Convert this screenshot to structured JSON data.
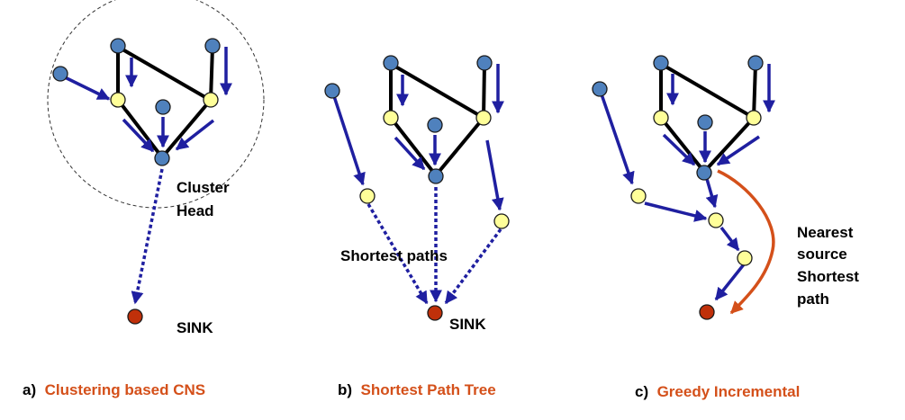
{
  "colors": {
    "edge_black": "#000000",
    "arrow_blue": "#1f1fa0",
    "node_blue": "#4f81bd",
    "node_yellow": "#ffff99",
    "sink_red": "#c0300a",
    "accent_orange": "#d4501a"
  },
  "panel_a": {
    "caption_prefix": "a)",
    "caption_title": "Clustering based CNS",
    "label_cluster_line1": "Cluster",
    "label_cluster_line2": "Head",
    "label_sink": "SINK"
  },
  "panel_b": {
    "caption_prefix": "b)",
    "caption_title": "Shortest Path Tree",
    "label_shortest": "Shortest paths",
    "label_sink": "SINK"
  },
  "panel_c": {
    "caption_prefix": "c)",
    "caption_title": "Greedy Incremental",
    "label_line1": "Nearest",
    "label_line2": "source",
    "label_line3": "Shortest",
    "label_line4": "path"
  }
}
